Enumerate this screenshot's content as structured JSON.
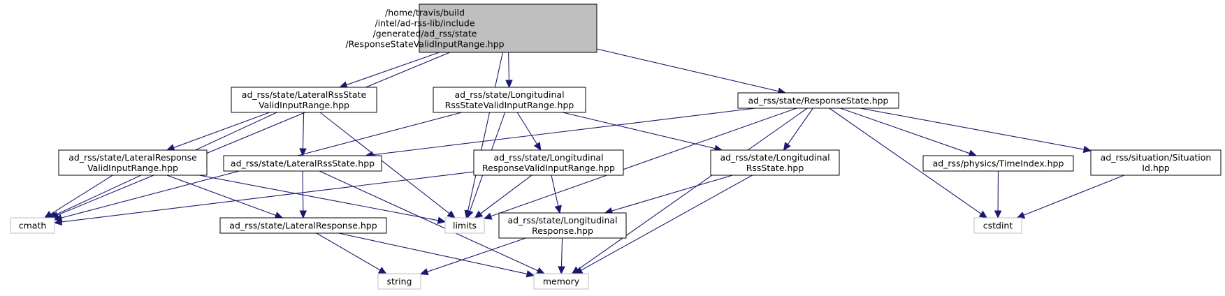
{
  "graph": {
    "nodes": [
      {
        "id": "root",
        "kind": "root",
        "lines": [
          "/home/travis/build",
          "/intel/ad-rss-lib/include",
          "/generated/ad_rss/state",
          "/ResponseStateValidInputRange.hpp"
        ]
      },
      {
        "id": "latRssValid",
        "kind": "file",
        "lines": [
          "ad_rss/state/LateralRssState",
          "ValidInputRange.hpp"
        ]
      },
      {
        "id": "lonRssValid",
        "kind": "file",
        "lines": [
          "ad_rss/state/Longitudinal",
          "RssStateValidInputRange.hpp"
        ]
      },
      {
        "id": "respState",
        "kind": "file",
        "lines": [
          "ad_rss/state/ResponseState.hpp"
        ]
      },
      {
        "id": "latRespValid",
        "kind": "file",
        "lines": [
          "ad_rss/state/LateralResponse",
          "ValidInputRange.hpp"
        ]
      },
      {
        "id": "latRssState",
        "kind": "file",
        "lines": [
          "ad_rss/state/LateralRssState.hpp"
        ]
      },
      {
        "id": "lonRespValid",
        "kind": "file",
        "lines": [
          "ad_rss/state/Longitudinal",
          "ResponseValidInputRange.hpp"
        ]
      },
      {
        "id": "lonRssState",
        "kind": "file",
        "lines": [
          "ad_rss/state/Longitudinal",
          "RssState.hpp"
        ]
      },
      {
        "id": "timeIndex",
        "kind": "file",
        "lines": [
          "ad_rss/physics/TimeIndex.hpp"
        ]
      },
      {
        "id": "situationId",
        "kind": "file",
        "lines": [
          "ad_rss/situation/Situation",
          "Id.hpp"
        ]
      },
      {
        "id": "cmath",
        "kind": "external",
        "lines": [
          "cmath"
        ]
      },
      {
        "id": "limits",
        "kind": "external",
        "lines": [
          "limits"
        ]
      },
      {
        "id": "latResp",
        "kind": "file",
        "lines": [
          "ad_rss/state/LateralResponse.hpp"
        ]
      },
      {
        "id": "lonResp",
        "kind": "file",
        "lines": [
          "ad_rss/state/Longitudinal",
          "Response.hpp"
        ]
      },
      {
        "id": "cstdint",
        "kind": "external",
        "lines": [
          "cstdint"
        ]
      },
      {
        "id": "string",
        "kind": "external",
        "lines": [
          "string"
        ]
      },
      {
        "id": "memory",
        "kind": "external",
        "lines": [
          "memory"
        ]
      }
    ],
    "edges": [
      [
        "root",
        "cmath"
      ],
      [
        "root",
        "latRssValid"
      ],
      [
        "root",
        "lonRssValid"
      ],
      [
        "root",
        "limits"
      ],
      [
        "root",
        "respState"
      ],
      [
        "latRssValid",
        "cmath"
      ],
      [
        "latRssValid",
        "latRespValid"
      ],
      [
        "latRssValid",
        "latRssState"
      ],
      [
        "latRssValid",
        "limits"
      ],
      [
        "lonRssValid",
        "cmath"
      ],
      [
        "lonRssValid",
        "limits"
      ],
      [
        "lonRssValid",
        "lonRespValid"
      ],
      [
        "lonRssValid",
        "lonRssState"
      ],
      [
        "respState",
        "latRssState"
      ],
      [
        "respState",
        "limits"
      ],
      [
        "respState",
        "lonRssState"
      ],
      [
        "respState",
        "memory"
      ],
      [
        "respState",
        "timeIndex"
      ],
      [
        "respState",
        "situationId"
      ],
      [
        "respState",
        "cstdint"
      ],
      [
        "latRespValid",
        "cmath"
      ],
      [
        "latRespValid",
        "limits"
      ],
      [
        "latRespValid",
        "latResp"
      ],
      [
        "latRssState",
        "latResp"
      ],
      [
        "latRssState",
        "memory"
      ],
      [
        "lonRespValid",
        "cmath"
      ],
      [
        "lonRespValid",
        "limits"
      ],
      [
        "lonRespValid",
        "lonResp"
      ],
      [
        "lonRssState",
        "lonResp"
      ],
      [
        "lonRssState",
        "memory"
      ],
      [
        "latResp",
        "string"
      ],
      [
        "latResp",
        "memory"
      ],
      [
        "lonResp",
        "string"
      ],
      [
        "lonResp",
        "memory"
      ],
      [
        "timeIndex",
        "cstdint"
      ],
      [
        "situationId",
        "cstdint"
      ]
    ]
  },
  "colors": {
    "edge": "#191970",
    "root_fill": "#bfbfbf",
    "node_border": "#000000",
    "external_border": "#bfbfbf"
  }
}
